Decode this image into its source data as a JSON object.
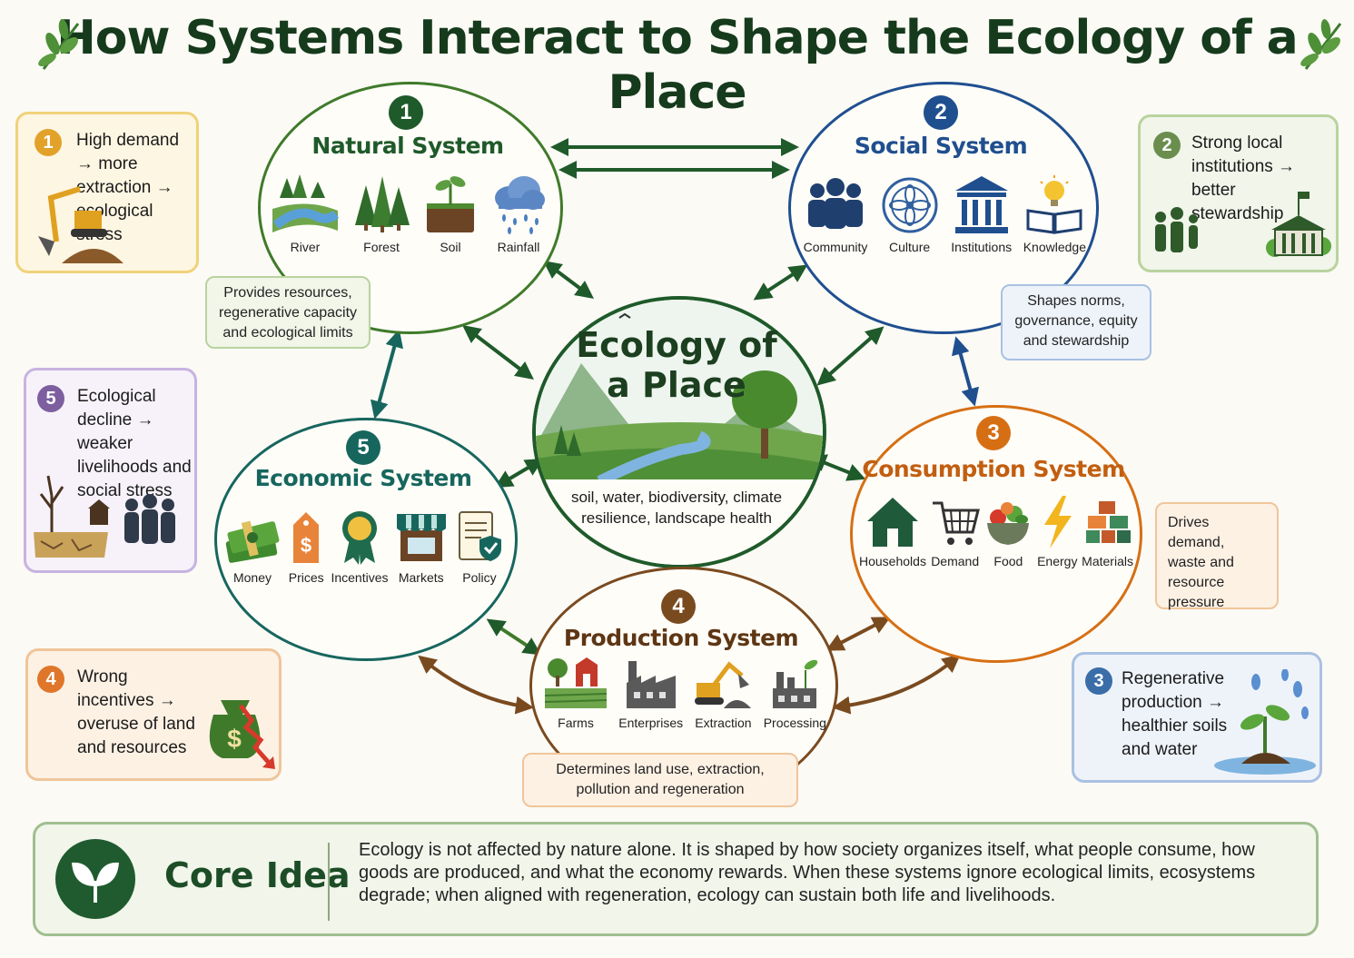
{
  "title": "How Systems Interact to Shape the Ecology of a Place",
  "center": {
    "title_line1": "Ecology of",
    "title_line2": "a Place",
    "description": "soil, water, biodiversity, climate resilience, landscape health"
  },
  "systems": {
    "natural": {
      "number": "1",
      "title": "Natural System",
      "items": [
        "River",
        "Forest",
        "Soil",
        "Rainfall"
      ],
      "note": "Provides resources, regenerative capacity and ecological limits",
      "color": "#3f7a2a"
    },
    "social": {
      "number": "2",
      "title": "Social System",
      "items": [
        "Community",
        "Culture",
        "Institutions",
        "Knowledge"
      ],
      "note": "Shapes norms, governance, equity and stewardship",
      "color": "#1f4f8f"
    },
    "consumption": {
      "number": "3",
      "title": "Consumption System",
      "items": [
        "Households",
        "Demand",
        "Food",
        "Energy",
        "Materials"
      ],
      "note": "Drives demand, waste and resource pressure",
      "color": "#d66f14"
    },
    "production": {
      "number": "4",
      "title": "Production System",
      "items": [
        "Farms",
        "Enterprises",
        "Extraction",
        "Processing"
      ],
      "note": "Determines land use, extraction, pollution and regeneration",
      "color": "#7a4a1f"
    },
    "economic": {
      "number": "5",
      "title": "Economic System",
      "items": [
        "Money",
        "Prices",
        "Incentives",
        "Markets",
        "Policy"
      ],
      "color": "#17665e"
    }
  },
  "side_notes": [
    {
      "number": "1",
      "text": "High demand → more extraction → ecological stress",
      "color": "#e2a22a"
    },
    {
      "number": "2",
      "text": "Strong local institutions → better stewardship",
      "color": "#6b8e4e"
    },
    {
      "number": "3",
      "text": "Regenerative production → healthier soils and water",
      "color": "#3b6ea8"
    },
    {
      "number": "4",
      "text": "Wrong incentives → overuse of land and resources",
      "color": "#e0762a"
    },
    {
      "number": "5",
      "text": "Ecological decline → weaker livelihoods and social stress",
      "color": "#7d5fa0"
    }
  ],
  "core": {
    "title": "Core Idea",
    "text": "Ecology is not affected by nature alone. It is shaped by how society organizes itself, what people consume, how goods are produced, and what the economy rewards. When these systems ignore ecological limits, ecosystems degrade; when aligned with regeneration, ecology can sustain both life and livelihoods."
  }
}
